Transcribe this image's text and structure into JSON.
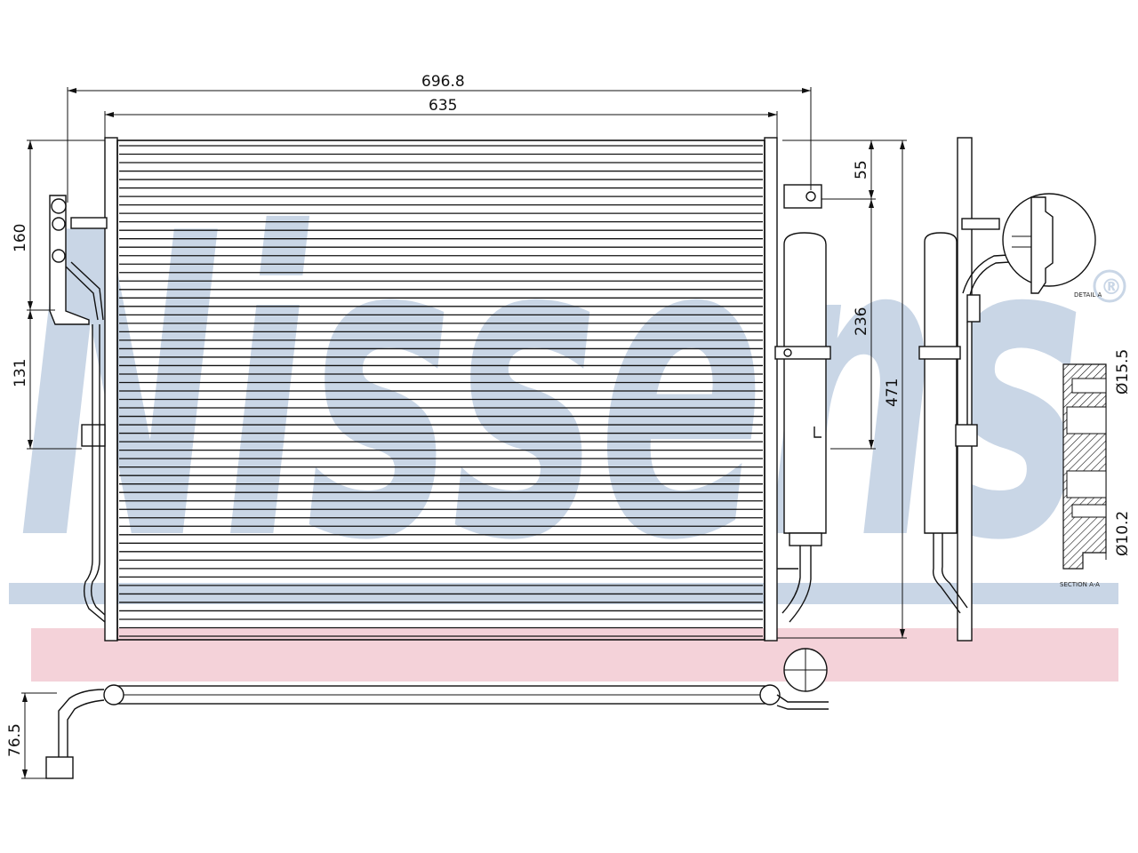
{
  "watermark": {
    "text": "Nissens",
    "registered_mark": "®",
    "blue_band_color": "#c9d6e6",
    "red_band_color": "#f4d2d9",
    "letter_color": "#c9d6e6"
  },
  "dimensions": {
    "overall_width": "696.8",
    "core_width": "635",
    "left_upper_height": "160",
    "left_lower_height": "131",
    "top_offset": "55",
    "bracket_height": "236",
    "total_height": "471",
    "pipe_drop": "76.5",
    "port_diameter_large": "Ø15.5",
    "port_diameter_small": "Ø10.2"
  },
  "callouts": {
    "detail_label": "DETAIL A",
    "section_label": "SECTION A-A"
  },
  "colors": {
    "line": "#111111",
    "background": "#ffffff"
  }
}
